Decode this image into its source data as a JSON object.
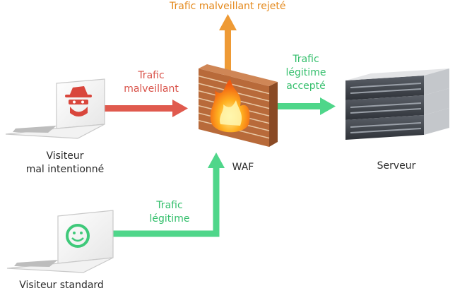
{
  "labels": {
    "malicious_visitor": [
      "Visiteur",
      "mal intentionné"
    ],
    "standard_visitor": "Visiteur standard",
    "waf": "WAF",
    "server": "Serveur",
    "malicious_traffic": [
      "Trafic",
      "malveillant"
    ],
    "rejected_traffic": "Trafic malveillant rejeté",
    "legit_traffic": [
      "Trafic",
      "légitime"
    ],
    "accepted_traffic": [
      "Trafic",
      "légitime",
      "accepté"
    ]
  },
  "colors": {
    "malicious": "#e05a4e",
    "rejected": "#ee9a35",
    "legit": "#4fd68a",
    "legit_text": "#34bf6c",
    "brick": "#b86a3a",
    "server": "#4a4f57"
  },
  "icons": {
    "malicious_visitor": "hacker-laptop-icon",
    "standard_visitor": "smiley-laptop-icon",
    "waf": "firewall-icon",
    "server": "server-rack-icon"
  }
}
